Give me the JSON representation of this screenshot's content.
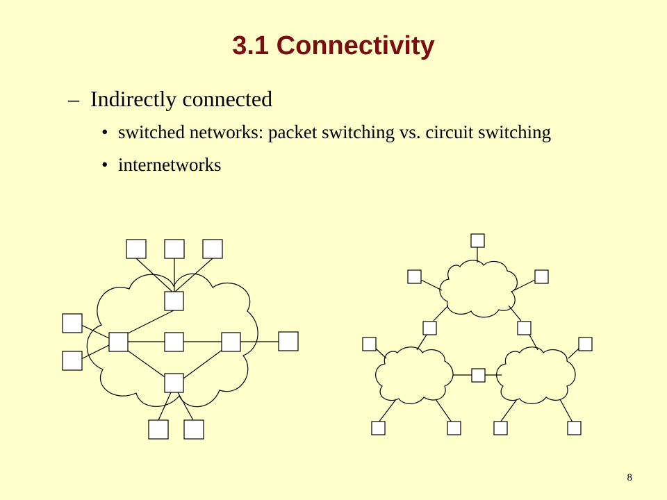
{
  "slide": {
    "title": "3.1 Connectivity",
    "page_number": "8"
  },
  "bullets": {
    "level1": {
      "marker": "–",
      "text": "Indirectly connected"
    },
    "level2": [
      {
        "marker": "•",
        "text": "switched networks: packet switching vs. circuit switching"
      },
      {
        "marker": "•",
        "text": "internetworks"
      }
    ]
  },
  "colors": {
    "background": "#FFFFCC",
    "title": "#7A0D10"
  }
}
